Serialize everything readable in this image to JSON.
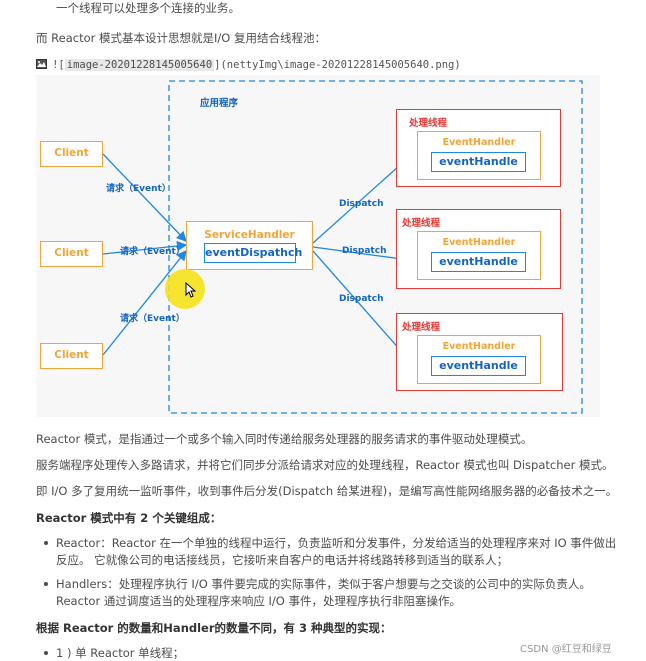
{
  "top_fragment": "一个线程可以处理多个连接的业务。",
  "intro_line": "而 Reactor 模式基本设计思想就是I/O 复用结合线程池：",
  "image_link": {
    "alt_prefix": "![",
    "alt_text": "image-20201228145005640",
    "path_part": "](nettyImg\\image-20201228145005640.png)",
    "icon": "broken-image-icon"
  },
  "diagram": {
    "app_label": "应用程序",
    "clients": [
      "Client",
      "Client",
      "Client"
    ],
    "request_labels": [
      "请求（Event）",
      "请求（Event）",
      "请求（Event）"
    ],
    "service_handler": "ServiceHandler",
    "event_dispatch": "eventDispathch",
    "dispatch_labels": [
      "Dispatch",
      "Dispatch",
      "Dispatch"
    ],
    "threads": [
      {
        "title": "处理线程",
        "handler": "EventHandler",
        "handle": "eventHandle"
      },
      {
        "title": "处理线程",
        "handler": "EventHandler",
        "handle": "eventHandle"
      },
      {
        "title": "处理线程",
        "handler": "EventHandler",
        "handle": "eventHandle"
      }
    ],
    "colors": {
      "orange": "#f0a53a",
      "blue": "#1e88e5",
      "red": "#e53935",
      "cursor_highlight": "#f5e21a"
    }
  },
  "paragraphs": [
    "Reactor 模式，是指通过一个或多个输入同时传递给服务处理器的服务请求的事件驱动处理模式。",
    "服务端程序处理传入多路请求，并将它们同步分派给请求对应的处理线程，Reactor 模式也叫 Dispatcher 模式。",
    "即 I/O 多了复用统一监听事件，收到事件后分发(Dispatch 给某进程)，是编写高性能网络服务器的必备技术之一。"
  ],
  "section1_heading": "Reactor 模式中有 2 个关键组成：",
  "bullets": [
    {
      "line1": "Reactor：Reactor 在一个单独的线程中运行，负责监听和分发事件，分发给适当的处理程序来对 IO 事件做出",
      "line2": "反应。 它就像公司的电话接线员，它接听来自客户的电话并将线路转移到适当的联系人；"
    },
    {
      "line1": "Handlers：处理程序执行 I/O 事件要完成的实际事件，类似于客户想要与之交谈的公司中的实际负责人。",
      "line2": "Reactor 通过调度适当的处理程序来响应 I/O 事件，处理程序执行非阻塞操作。"
    }
  ],
  "section2_heading": "根据 Reactor 的数量和Handler的数量不同，有 3 种典型的实现：",
  "last_item": "1 ) 单 Reactor 单线程；",
  "watermark": "CSDN @红豆和绿豆"
}
